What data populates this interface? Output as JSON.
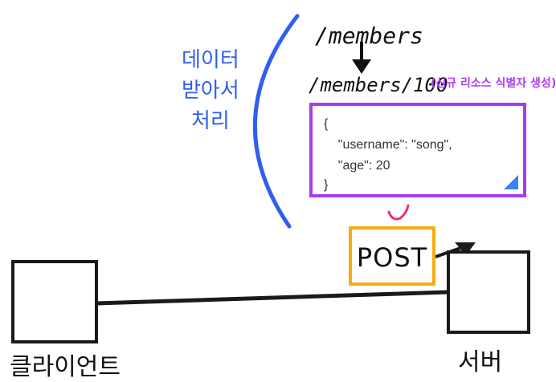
{
  "side_note": {
    "lines": [
      "데이터",
      "받아서",
      "처리"
    ]
  },
  "endpoints": {
    "source_path": "/members",
    "created_path": "/members/100",
    "created_note": "(신규 리소스 식별자 생성)"
  },
  "request_body": {
    "lines": [
      "{",
      "    \"username\": \"song\",",
      "    \"age\": 20",
      "}"
    ]
  },
  "method": {
    "label": "POST"
  },
  "nodes": {
    "client_label": "클라이언트",
    "server_label": "서버"
  },
  "colors": {
    "arc": "#2f5ff0",
    "json_border": "#a83bf0",
    "post_border": "#f4ad12",
    "check_mark": "#e8336e",
    "resize_corner": "#3b82f6"
  }
}
